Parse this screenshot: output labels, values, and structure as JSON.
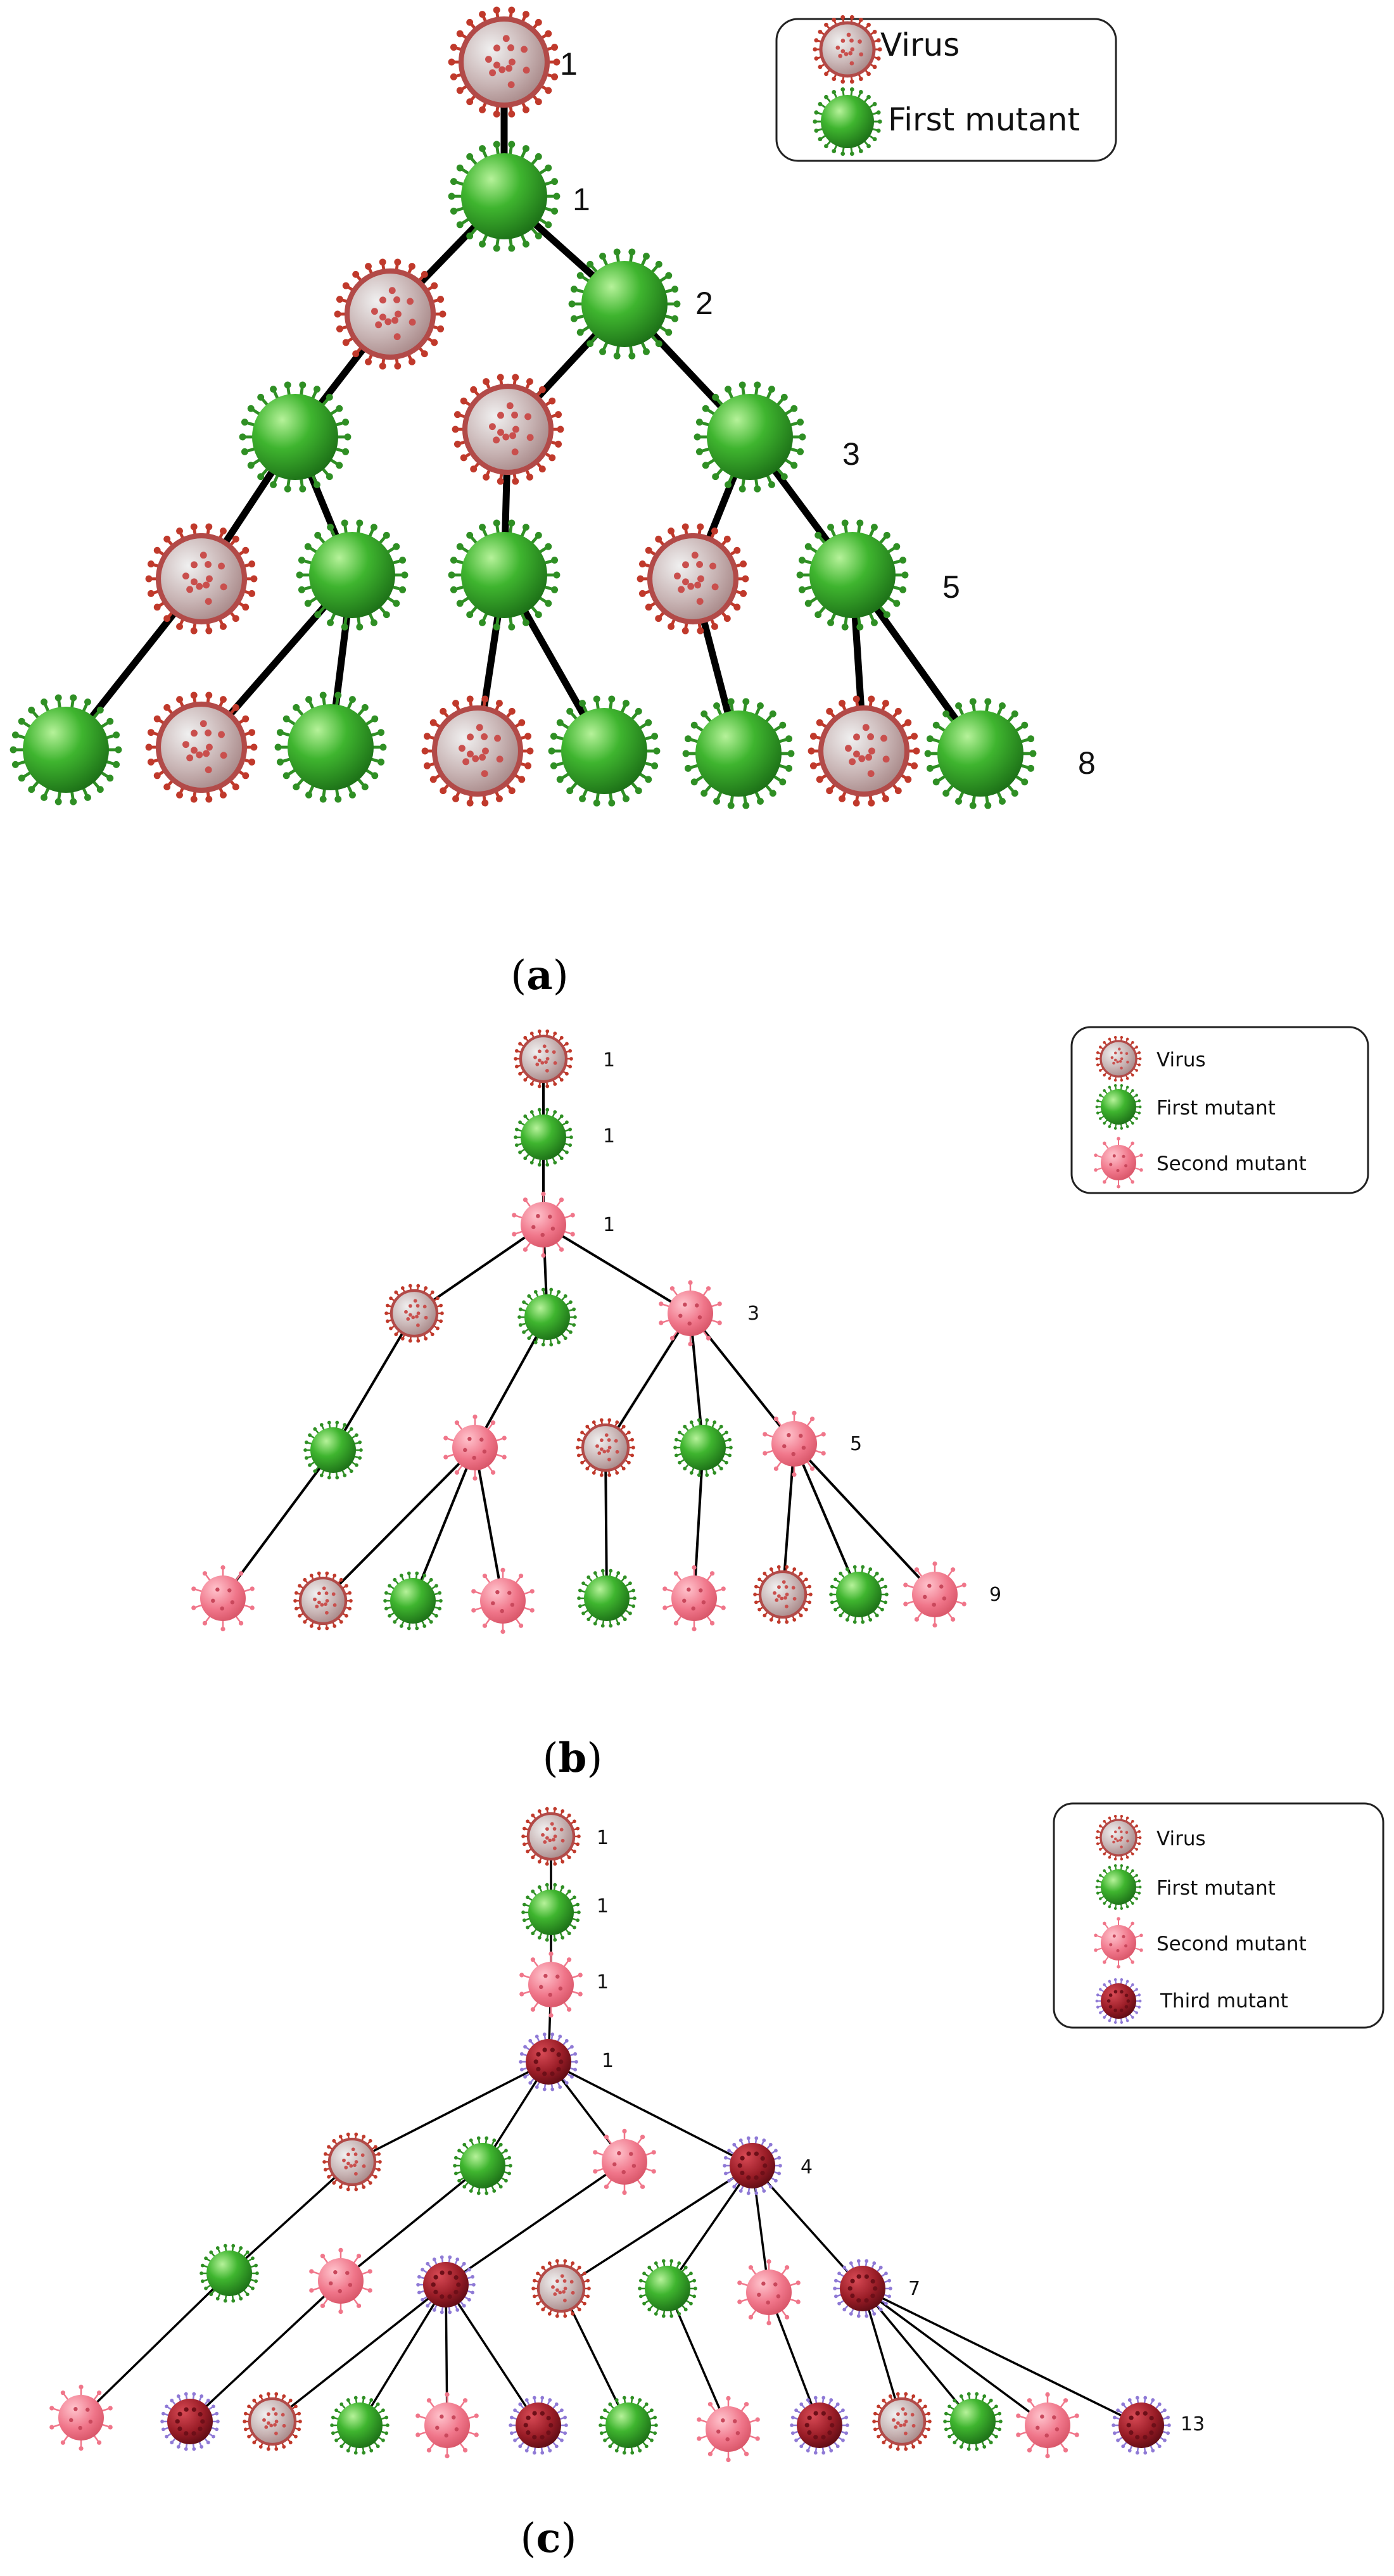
{
  "colors": {
    "virus": "#cd5a58",
    "first_mutant": "#34a82c",
    "second_mutant": "#f0768a",
    "third_mutant": "#9a1d27",
    "third_mutant_spikes": "#8f7ad6"
  },
  "icons": {
    "virus": "coronavirus-red-icon",
    "first_mutant": "coronavirus-green-icon",
    "second_mutant": "coronavirus-pink-icon",
    "third_mutant": "coronavirus-darkred-icon"
  },
  "diagrams": [
    {
      "caption_open": "(",
      "caption_letter": "a",
      "caption_close": ")",
      "legend": [
        {
          "type": "virus",
          "label": "Virus"
        },
        {
          "type": "first_mutant",
          "label": "First mutant"
        }
      ],
      "level_counts": [
        "1",
        "1",
        "2",
        "3",
        "5",
        "8"
      ]
    },
    {
      "caption_open": "(",
      "caption_letter": "b",
      "caption_close": ")",
      "legend": [
        {
          "type": "virus",
          "label": "Virus"
        },
        {
          "type": "first_mutant",
          "label": "First mutant"
        },
        {
          "type": "second_mutant",
          "label": "Second mutant"
        }
      ],
      "level_counts": [
        "1",
        "1",
        "1",
        "3",
        "5",
        "9"
      ]
    },
    {
      "caption_open": "(",
      "caption_letter": "c",
      "caption_close": ")",
      "legend": [
        {
          "type": "virus",
          "label": "Virus"
        },
        {
          "type": "first_mutant",
          "label": "First mutant"
        },
        {
          "type": "second_mutant",
          "label": "Second mutant"
        },
        {
          "type": "third_mutant",
          "label": "Third mutant"
        }
      ],
      "level_counts": [
        "1",
        "1",
        "1",
        "1",
        "4",
        "7",
        "13"
      ]
    }
  ]
}
